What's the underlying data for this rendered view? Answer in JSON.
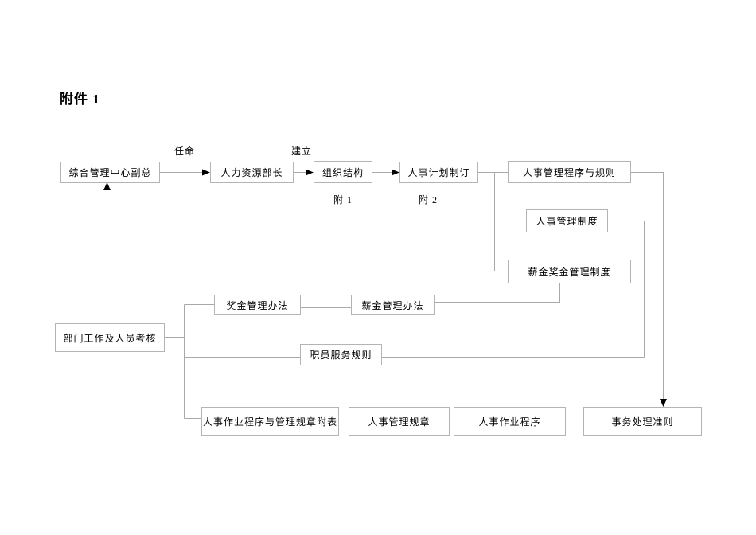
{
  "page": {
    "title": "附件 1"
  },
  "diagram": {
    "nodes": {
      "vp": {
        "label": "综合管理中心副总"
      },
      "hr_director": {
        "label": "人力资源部长"
      },
      "org_structure": {
        "label": "组织结构"
      },
      "hr_planning": {
        "label": "人事计划制订"
      },
      "hr_proc_rules": {
        "label": "人事管理程序与规则"
      },
      "hr_mgmt_system": {
        "label": "人事管理制度"
      },
      "salary_bonus_sys": {
        "label": "薪金奖金管理制度"
      },
      "bonus_measures": {
        "label": "奖金管理办法"
      },
      "salary_measures": {
        "label": "薪金管理办法"
      },
      "dept_assessment": {
        "label": "部门工作及人员考核"
      },
      "staff_service": {
        "label": "职员服务规则"
      },
      "ops_appendix": {
        "label": "人事作业程序与管理规章附表"
      },
      "hr_regulations": {
        "label": "人事管理规章"
      },
      "ops_procedures": {
        "label": "人事作业程序"
      },
      "affairs_guidelines": {
        "label": "事务处理准则"
      }
    },
    "edge_labels": {
      "appoint": "任命",
      "establish": "建立",
      "attachment_1": "附 1",
      "attachment_2": "附 2"
    },
    "colors": {
      "line": "#a9a9a9",
      "box_border": "#b4b4b4",
      "arrowhead": "#000000",
      "text": "#000000",
      "background": "#ffffff"
    }
  }
}
